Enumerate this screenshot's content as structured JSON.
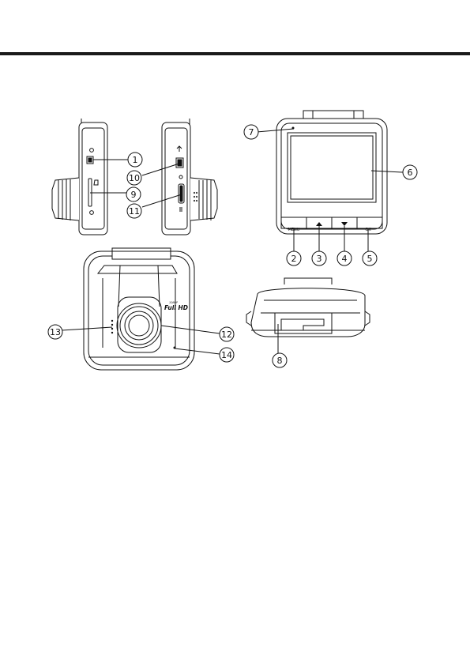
{
  "labels": {
    "menu_button": "MENU",
    "ok_button": "OK",
    "brand_main": "Full HD",
    "brand_sub": "1080P"
  },
  "callouts": {
    "c1": "1",
    "c2": "2",
    "c3": "3",
    "c4": "4",
    "c5": "5",
    "c6": "6",
    "c7": "7",
    "c8": "8",
    "c9": "9",
    "c10": "10",
    "c11": "11",
    "c12": "12",
    "c13": "13",
    "c14": "14"
  }
}
